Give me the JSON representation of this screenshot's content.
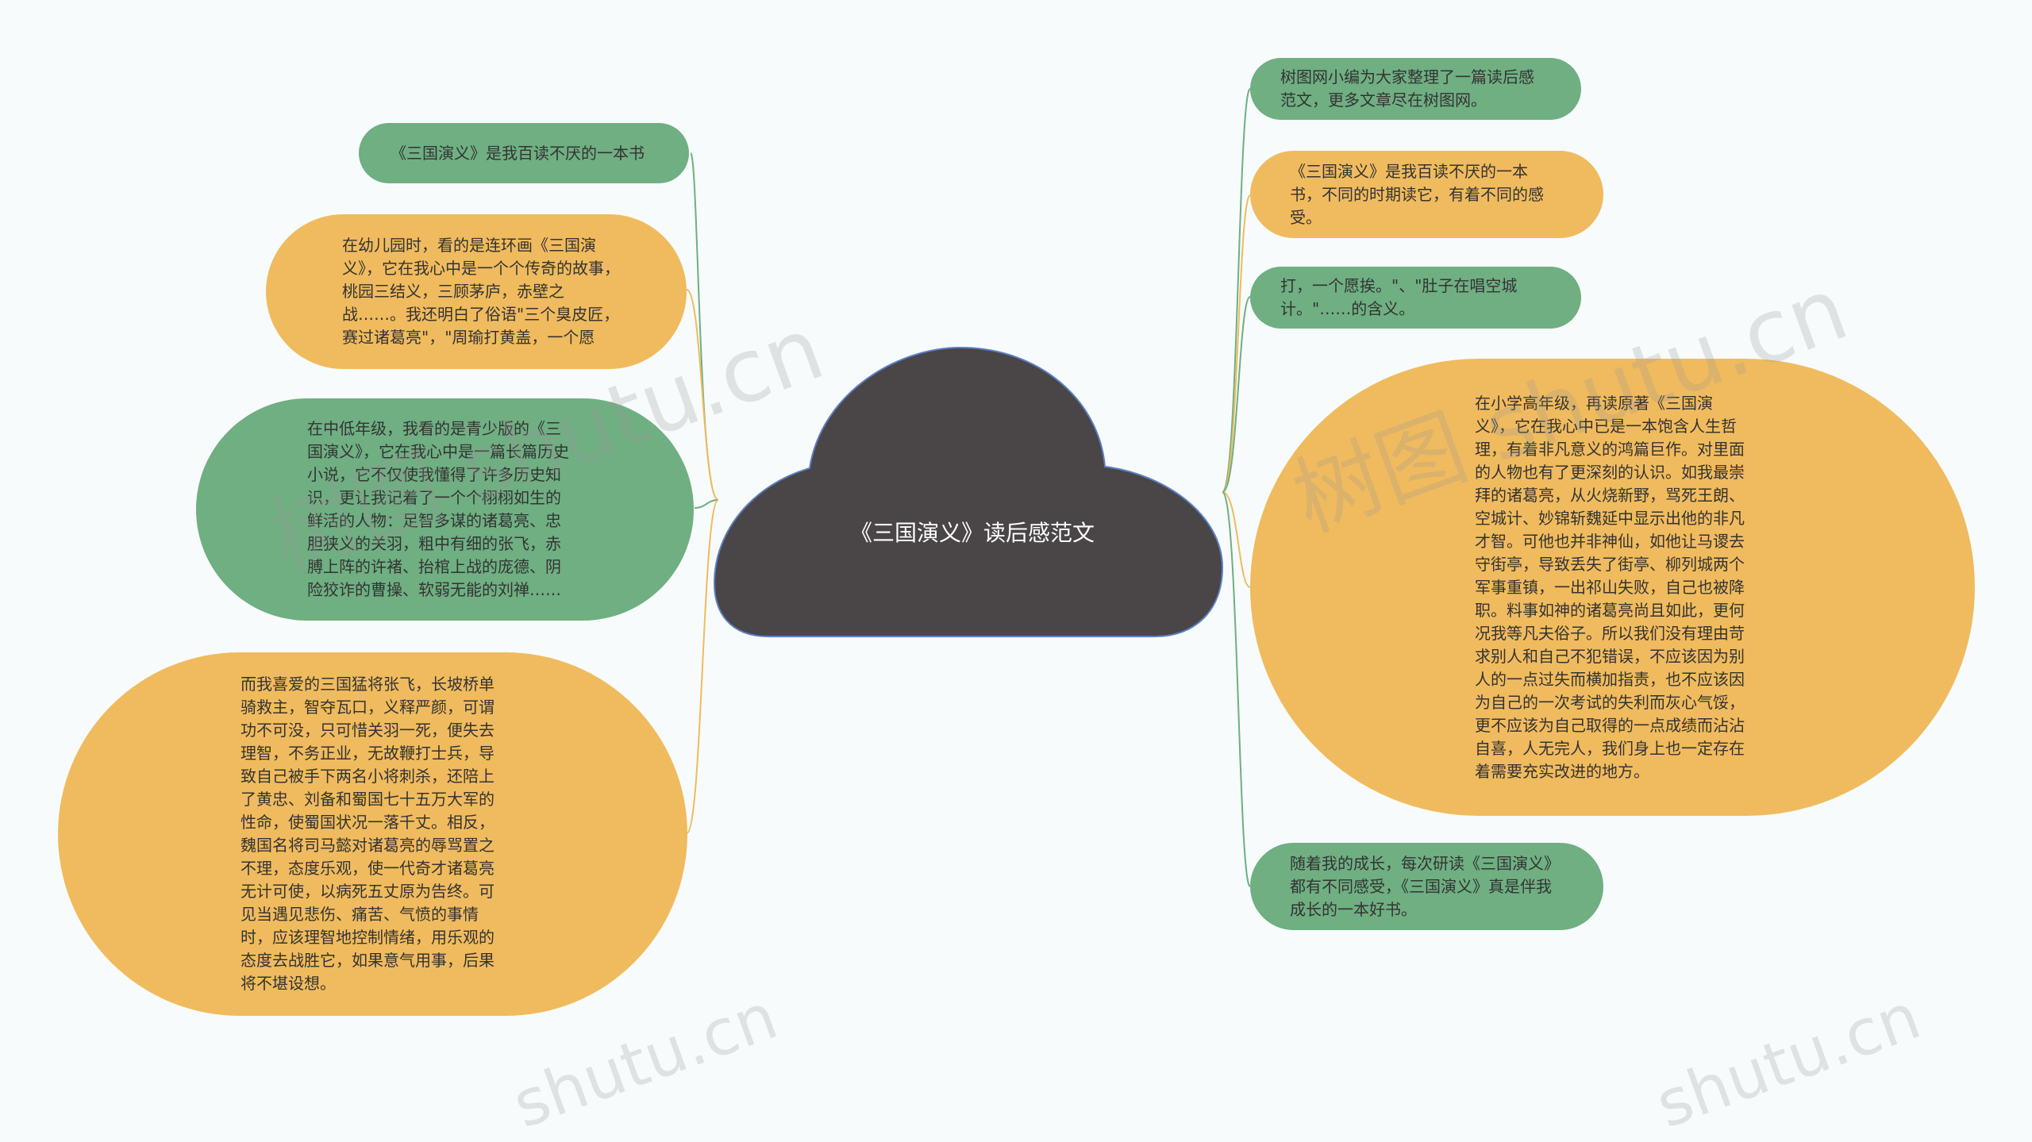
{
  "center": {
    "title": "《三国演义》读后感范文"
  },
  "left_nodes": [
    {
      "text": "《三国演义》是我百读不厌的一本书"
    },
    {
      "text": "在幼儿园时，看的是连环画《三国演义》，它在我心中是一个个传奇的故事，桃园三结义，三顾茅庐，赤壁之战……。我还明白了俗语\"三个臭皮匠，赛过诸葛亮\"，\"周瑜打黄盖，一个愿"
    },
    {
      "text": "在中低年级，我看的是青少版的《三国演义》，它在我心中是一篇长篇历史小说，它不仅使我懂得了许多历史知识，更让我记着了一个个栩栩如生的鲜活的人物：足智多谋的诸葛亮、忠胆狭义的关羽，粗中有细的张飞，赤膊上阵的许褚、抬棺上战的庞德、阴险狡诈的曹操、软弱无能的刘禅……"
    },
    {
      "text": "而我喜爱的三国猛将张飞，长坡桥单骑救主，智夺瓦口，义释严颜，可谓功不可没，只可惜关羽一死，便失去理智，不务正业，无故鞭打士兵，导致自己被手下两名小将刺杀，还陪上了黄忠、刘备和蜀国七十五万大军的性命，使蜀国状况一落千丈。相反，魏国名将司马懿对诸葛亮的辱骂置之不理，态度乐观，使一代奇才诸葛亮无计可使，以病死五丈原为告终。可见当遇见悲伤、痛苦、气愤的事情时，应该理智地控制情绪，用乐观的态度去战胜它，如果意气用事，后果将不堪设想。"
    }
  ],
  "right_nodes": [
    {
      "text": "树图网小编为大家整理了一篇读后感范文，更多文章尽在树图网。"
    },
    {
      "text": "《三国演义》是我百读不厌的一本书，不同的时期读它，有着不同的感受。"
    },
    {
      "text": "打，一个愿挨。\"、\"肚子在唱空城计。\"……的含义。"
    },
    {
      "text": "在小学高年级，再读原著《三国演义》，它在我心中已是一本饱含人生哲理，有着非凡意义的鸿篇巨作。对里面的人物也有了更深刻的认识。如我最崇拜的诸葛亮，从火烧新野，骂死王朗、空城计、妙锦斩魏延中显示出他的非凡才智。可他也并非神仙，如他让马谡去守街亭，导致丢失了街亭、柳列城两个军事重镇，一出祁山失败，自己也被降职。料事如神的诸葛亮尚且如此，更何况我等凡夫俗子。所以我们没有理由苛求别人和自己不犯错误，不应该因为别人的一点过失而横加指责，也不应该因为自己的一次考试的失利而灰心气馁，更不应该为自己取得的一点成绩而沾沾自喜，人无完人，我们身上也一定存在着需要充实改进的地方。"
    },
    {
      "text": "随着我的成长，每次研读《三国演义》都有不同感受，《三国演义》真是伴我成长的一本好书。"
    }
  ],
  "watermarks": [
    {
      "text": "树图 shutu.cn"
    },
    {
      "text": "树图 shutu.cn"
    },
    {
      "text": "shutu.cn"
    },
    {
      "text": "shutu.cn"
    }
  ],
  "colors": {
    "green": "#6faf82",
    "orange": "#f0bb5e",
    "cloud": "#4a4546",
    "cloud_outline": "#5b7fc4",
    "line_green": "#6faf82",
    "line_orange": "#f0bb5e",
    "background": "#f7fbfb"
  }
}
